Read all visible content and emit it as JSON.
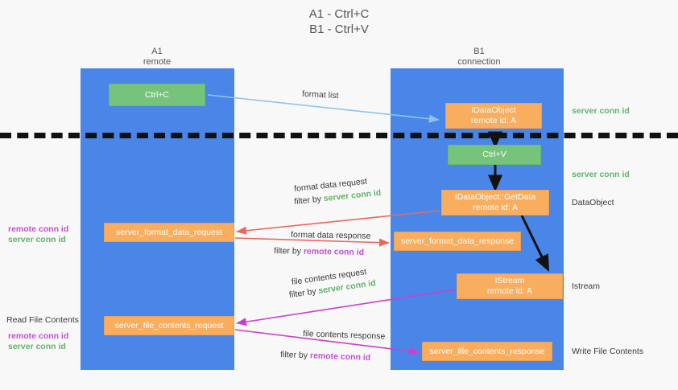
{
  "title": {
    "line1": "A1 - Ctrl+C",
    "line2": "B1 - Ctrl+V"
  },
  "lanes": [
    {
      "name": "A1",
      "sub": "remote"
    },
    {
      "name": "B1",
      "sub": "connection"
    }
  ],
  "boxes": {
    "ctrl_c": {
      "line1": "Ctrl+C",
      "line2": ""
    },
    "ctrl_v": {
      "line1": "Ctrl+V",
      "line2": ""
    },
    "idataobject": {
      "line1": "IDataObject",
      "line2": "remote id: A"
    },
    "getdata": {
      "line1": "IDataObject::GetData",
      "line2": "remote id: A"
    },
    "istream": {
      "line1": "IStream",
      "line2": "remote id: A"
    },
    "format_data_request": {
      "line1": "server_format_data_request",
      "line2": ""
    },
    "format_data_response": {
      "line1": "server_format_data_response",
      "line2": ""
    },
    "file_contents_request": {
      "line1": "server_file_contents_request",
      "line2": ""
    },
    "file_contents_response": {
      "line1": "server_file_contents_response",
      "line2": ""
    }
  },
  "edge_labels": {
    "format_list": "format list",
    "format_data_request": "format data request",
    "format_data_request_filter_pre": "filter by ",
    "format_data_request_filter_key": "server conn id",
    "format_data_response": "format data response",
    "format_data_response_filter_pre": "filter by ",
    "format_data_response_filter_key": "remote conn id",
    "file_contents_request": "file contents request",
    "file_contents_request_filter_pre": "filter by ",
    "file_contents_request_filter_key": "server conn id",
    "file_contents_response": "file contents response",
    "file_contents_response_filter_pre": "filter by ",
    "file_contents_response_filter_key": "remote conn id"
  },
  "right_labels": {
    "server_conn_id_top": "server conn id",
    "server_conn_id_mid": "server conn id",
    "dataobject": "DataObject",
    "istream": "Istream",
    "write_file_contents": "Write File Contents"
  },
  "left_labels": {
    "mid_remote": "remote conn id",
    "mid_server": "server conn id",
    "read_file_contents": "Read File Contents",
    "low_remote": "remote conn id",
    "low_server": "server conn id"
  },
  "colors": {
    "lane": "#4a86e8",
    "orange": "#f9ad5f",
    "green_box": "#76c47c",
    "green_text": "#62b36a",
    "purple_text": "#c24fd4",
    "arrow_blue": "#8fc4ea",
    "arrow_red": "#e8685f",
    "arrow_magenta": "#cc3fcc",
    "arrow_black": "#111111",
    "background": "#f8f8f8"
  }
}
